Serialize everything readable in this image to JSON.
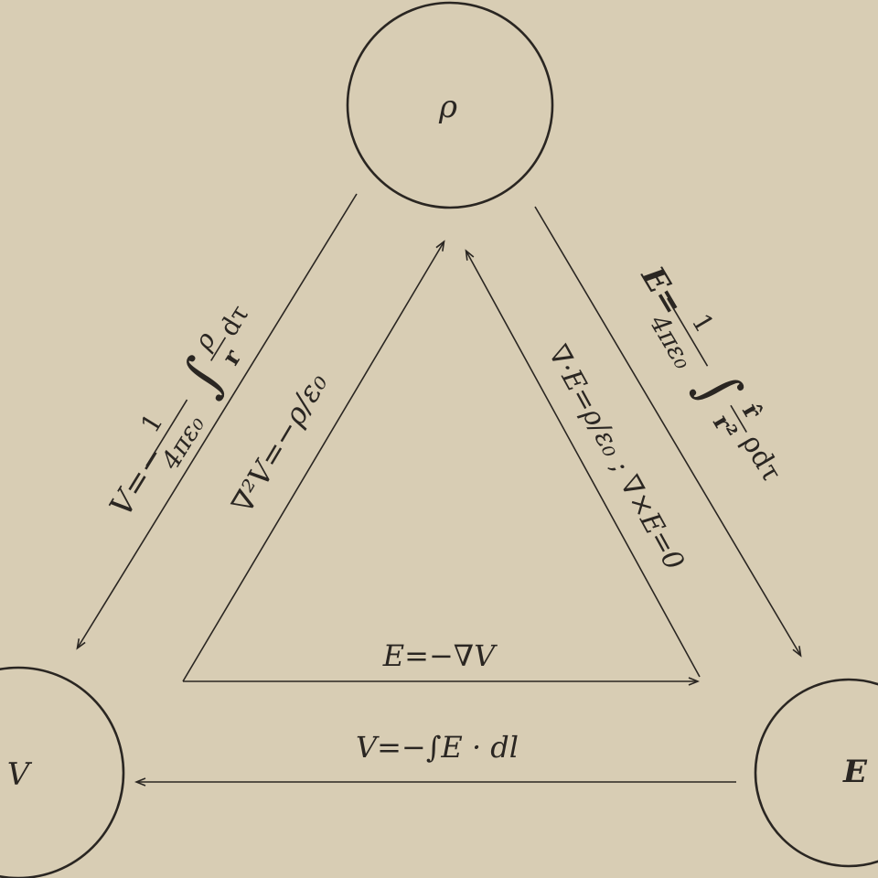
{
  "nodes": {
    "rho": "ρ",
    "V": "V",
    "E": "E"
  },
  "colors": {
    "background": "#d8cdb4",
    "ink": "#2a2622"
  },
  "formulas": {
    "rho_to_V": {
      "lhs": "V=−",
      "num": "1",
      "den": "4πε₀",
      "integral": "∫",
      "inner_num": "ρ",
      "inner_den": "r",
      "tail": "dτ"
    },
    "V_to_rho": {
      "text": "∇²V=−ρ/ε₀"
    },
    "E_to_rho": {
      "text": "∇·E=ρ/ε₀ ; ∇×E=0"
    },
    "rho_to_E": {
      "lhs": "E=",
      "num": "1",
      "den": "4πε₀",
      "integral": "∫",
      "inner_num": "r̂",
      "inner_den": "r²",
      "tail": "ρdτ"
    },
    "V_to_E": {
      "text": "E=−∇V"
    },
    "E_to_V": {
      "text": "V=−∫E · dl"
    }
  }
}
